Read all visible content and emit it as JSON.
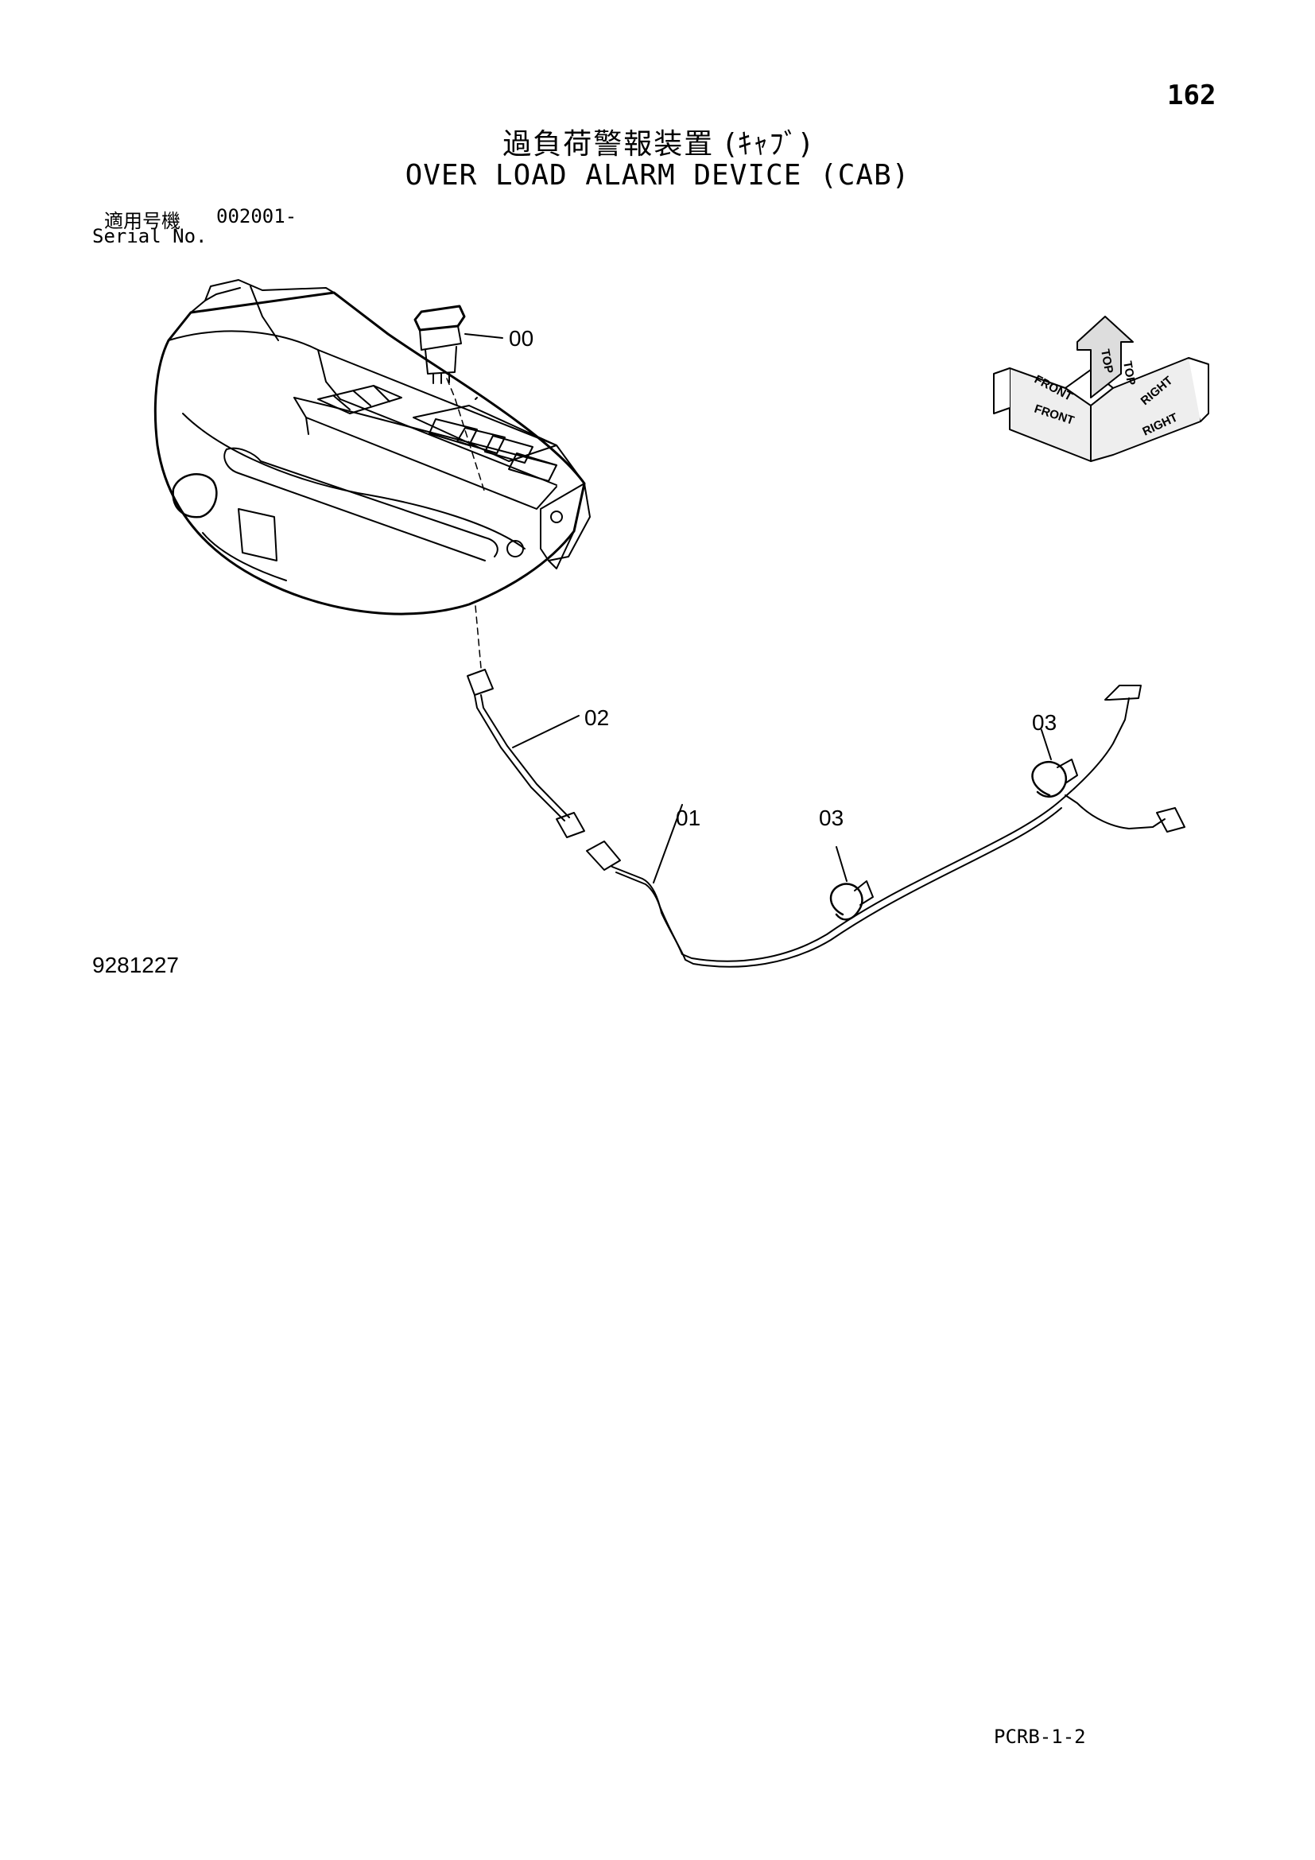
{
  "page_number": "162",
  "title_jp": "過負荷警報装置 (ｷｬﾌﾞ)",
  "title_en": "OVER LOAD ALARM DEVICE (CAB)",
  "serial": {
    "label_jp": "適用号機",
    "number": "002001-",
    "label_en": "Serial No."
  },
  "callouts": {
    "switch": "00",
    "harness_a": "02",
    "harness_b": "01",
    "clamp_a": "03",
    "clamp_b": "03"
  },
  "orientation": {
    "front_top": "FRONT",
    "front_bottom": "FRONT",
    "top_a": "TOP",
    "top_b": "TOP",
    "right_top": "RIGHT",
    "right_bottom": "RIGHT"
  },
  "figure_id": "9281227",
  "page_code": "PCRB-1-2"
}
